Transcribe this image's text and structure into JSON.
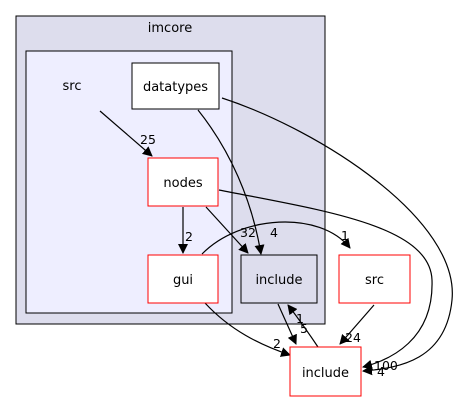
{
  "graph": {
    "clusters": {
      "outer": {
        "label": "imcore",
        "fill": "#dddded",
        "stroke": "#000000"
      },
      "inner": {
        "label": "src",
        "fill": "#eeeeff",
        "stroke": "#000000"
      }
    },
    "nodes": {
      "datatypes": {
        "label": "datatypes",
        "stroke": "#000000",
        "fill": "#ffffff"
      },
      "nodes": {
        "label": "nodes",
        "stroke": "#ff0000",
        "fill": "#ffffff"
      },
      "gui": {
        "label": "gui",
        "stroke": "#ff0000",
        "fill": "#ffffff"
      },
      "include_inner": {
        "label": "include",
        "stroke": "#000000",
        "fill": "#dddded"
      },
      "src_outside": {
        "label": "src",
        "stroke": "#ff0000",
        "fill": "#ffffff"
      },
      "include_outside": {
        "label": "include",
        "stroke": "#ff0000",
        "fill": "#ffffff"
      }
    },
    "edges": [
      {
        "from": "src",
        "to": "nodes",
        "label": "25"
      },
      {
        "from": "datatypes",
        "to": "include_inner",
        "label": "4"
      },
      {
        "from": "datatypes",
        "to": "include_outside",
        "label": "4"
      },
      {
        "from": "nodes",
        "to": "gui",
        "label": "2"
      },
      {
        "from": "nodes",
        "to": "include_inner",
        "label": "32"
      },
      {
        "from": "nodes",
        "to": "include_outside",
        "label": "100"
      },
      {
        "from": "gui",
        "to": "src_outside",
        "label": "1"
      },
      {
        "from": "gui",
        "to": "include_outside",
        "label": "2"
      },
      {
        "from": "include_inner",
        "to": "include_outside",
        "label": "5"
      },
      {
        "from": "include_outside",
        "to": "include_inner",
        "label": "1"
      },
      {
        "from": "src_outside",
        "to": "include_outside",
        "label": "24"
      }
    ]
  }
}
